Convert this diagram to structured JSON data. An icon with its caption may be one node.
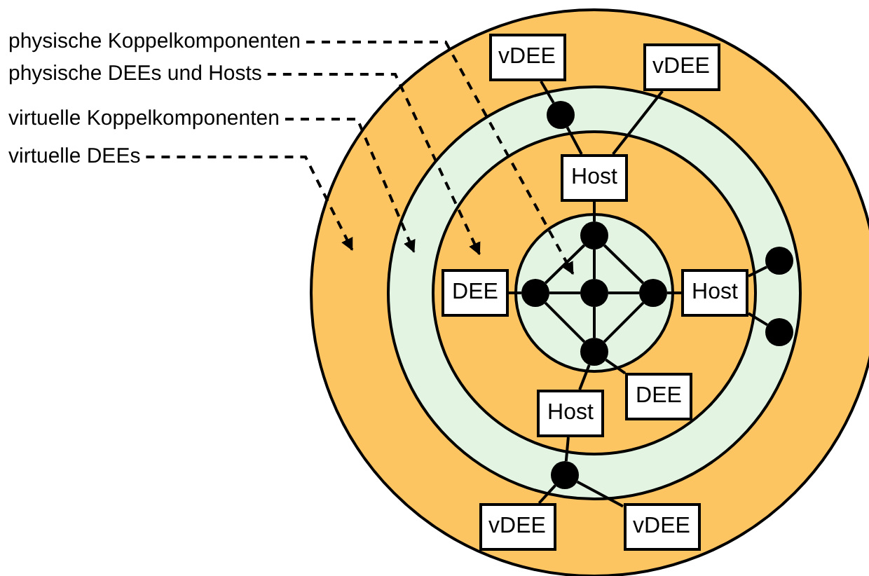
{
  "diagram": {
    "nodes": [
      {
        "text": [
          "physische Koppelkomponenten"
        ]
      },
      {
        "text": [
          "physische DEEs und Hosts"
        ]
      },
      {
        "text": [
          "virtuelle Koppelkomponenten"
        ]
      },
      {
        "text": [
          "virtuelle DEEs"
        ]
      },
      {
        "text": [],
        "shape": "circle"
      },
      {
        "text": [
          "vDEE"
        ],
        "in": 4
      },
      {
        "text": [
          "vDEE"
        ],
        "in": 4
      },
      {
        "text": [],
        "shape": "circle",
        "in": 4
      },
      {
        "text": [],
        "shape": "circle",
        "in": 7
      },
      {
        "text": [],
        "shape": "circle",
        "in": 7
      },
      {
        "text": [],
        "shape": "circle",
        "in": 7
      },
      {
        "text": [],
        "shape": "circle",
        "in": 7
      },
      {
        "text": [],
        "shape": "circle",
        "in": 7
      },
      {
        "text": [
          "Host"
        ],
        "in": 12
      },
      {
        "text": [
          "DEE"
        ],
        "in": 12
      },
      {
        "text": [
          "Host"
        ],
        "in": 12
      },
      {
        "text": [
          "Host"
        ],
        "in": 12
      },
      {
        "text": [
          "DEE"
        ],
        "in": 12
      },
      {
        "text": [],
        "shape": "circle",
        "in": 12
      },
      {
        "text": [],
        "shape": "circle",
        "in": 18
      },
      {
        "text": [],
        "shape": "circle",
        "in": 18
      },
      {
        "text": [],
        "shape": "circle",
        "in": 18
      },
      {
        "text": [],
        "shape": "circle",
        "in": 18
      },
      {
        "text": [],
        "shape": "circle",
        "in": 18
      },
      {
        "text": [
          "vDEE"
        ],
        "in": 4
      },
      {
        "text": [
          "vDEE"
        ],
        "in": 4
      }
    ],
    "edges": [
      {
        "from": 0,
        "to": 18,
        "arrow": "to",
        "style": "dashed"
      },
      {
        "from": 1,
        "to": 12,
        "arrow": "to",
        "style": "dashed"
      },
      {
        "from": 2,
        "to": 7,
        "arrow": "to",
        "style": "dashed"
      },
      {
        "from": 3,
        "to": 4,
        "arrow": "to",
        "style": "dashed"
      },
      {
        "from": 5,
        "to": 8,
        "arrow": "none"
      },
      {
        "from": 8,
        "to": 13,
        "arrow": "none"
      },
      {
        "from": 6,
        "to": 13,
        "arrow": "none"
      },
      {
        "from": 13,
        "to": 19,
        "arrow": "none"
      },
      {
        "from": 19,
        "to": 20,
        "arrow": "none"
      },
      {
        "from": 19,
        "to": 21,
        "arrow": "none"
      },
      {
        "from": 19,
        "to": 22,
        "arrow": "none"
      },
      {
        "from": 20,
        "to": 21,
        "arrow": "none"
      },
      {
        "from": 21,
        "to": 22,
        "arrow": "none"
      },
      {
        "from": 21,
        "to": 23,
        "arrow": "none"
      },
      {
        "from": 20,
        "to": 23,
        "arrow": "none"
      },
      {
        "from": 22,
        "to": 23,
        "arrow": "none"
      },
      {
        "from": 14,
        "to": 20,
        "arrow": "none"
      },
      {
        "from": 22,
        "to": 15,
        "arrow": "none"
      },
      {
        "from": 15,
        "to": 9,
        "arrow": "none"
      },
      {
        "from": 15,
        "to": 10,
        "arrow": "none"
      },
      {
        "from": 23,
        "to": 16,
        "arrow": "none"
      },
      {
        "from": 23,
        "to": 17,
        "arrow": "none"
      },
      {
        "from": 16,
        "to": 11,
        "arrow": "none"
      },
      {
        "from": 11,
        "to": 24,
        "arrow": "none"
      },
      {
        "from": 11,
        "to": 25,
        "arrow": "none"
      }
    ]
  }
}
